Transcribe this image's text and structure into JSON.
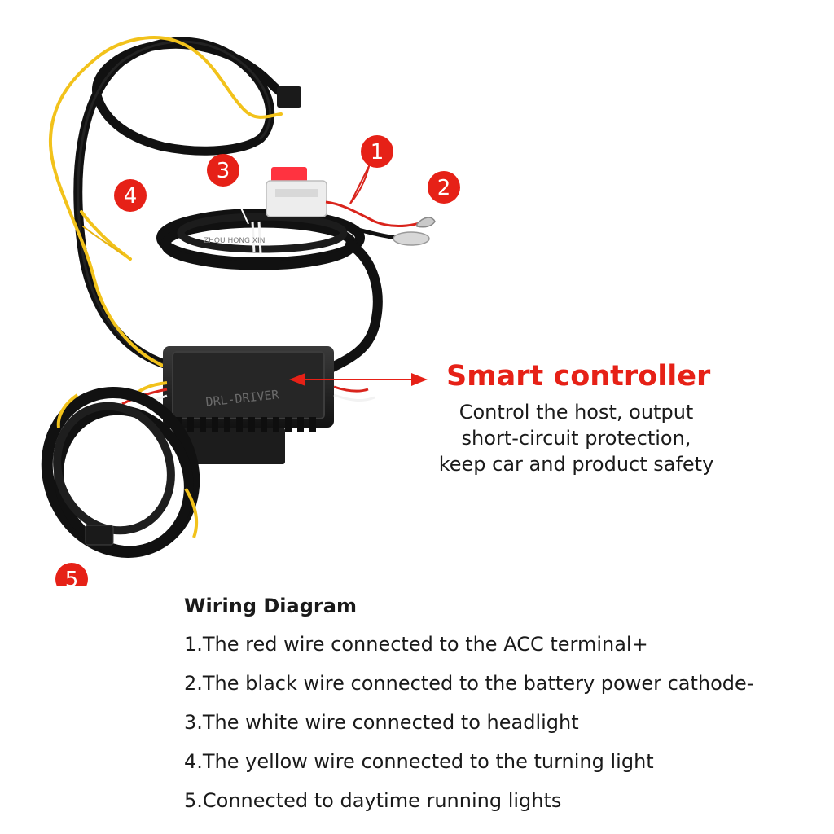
{
  "markers": [
    {
      "id": "1",
      "label": "1"
    },
    {
      "id": "2",
      "label": "2"
    },
    {
      "id": "3",
      "label": "3"
    },
    {
      "id": "4",
      "label": "4"
    },
    {
      "id": "5",
      "label": "5"
    }
  ],
  "controller": {
    "box_text": "DRL-DRIVER",
    "title": "Smart controller",
    "description_lines": [
      "Control the host, output",
      "short-circuit protection,",
      "keep car and product safety"
    ]
  },
  "cable_print": "ZHOU HONG XIN",
  "wiring": {
    "title": "Wiring Diagram",
    "items": [
      "1.The red wire connected to the ACC terminal+",
      "2.The black wire connected to the battery power cathode-",
      "3.The white wire connected to headlight",
      "4.The yellow wire connected to the turning light",
      "5.Connected to daytime running lights"
    ]
  },
  "colors": {
    "marker": "#e62117",
    "cable": "#111111",
    "yellow_wire": "#f2c21b",
    "red_wire": "#d9241c",
    "white_wire": "#f2f2f2",
    "fuse": "#ff3340"
  }
}
